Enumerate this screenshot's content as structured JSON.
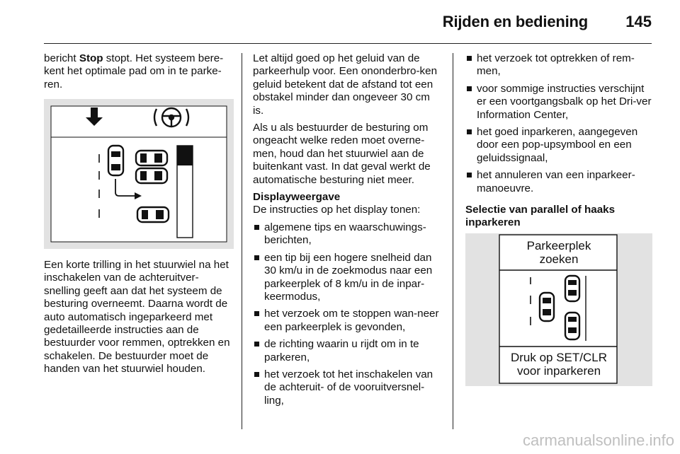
{
  "header": {
    "title": "Rijden en bediening",
    "page": "145"
  },
  "col1": {
    "intro_prefix": "bericht ",
    "intro_bold": "Stop",
    "intro_suffix": " stopt. Het systeem bere-kent het optimale pad om in te parke-ren.",
    "para2": "Een korte trilling in het stuurwiel na het inschakelen van de achteruitver-snelling geeft aan dat het systeem de besturing overneemt. Daarna wordt de auto automatisch ingeparkeerd met gedetailleerde instructies aan de bestuurder voor remmen, optrekken en schakelen. De bestuurder moet de handen van het stuurwiel houden."
  },
  "col2": {
    "para1": "Let altijd goed op het geluid van de parkeerhulp voor. Een ononderbro-ken geluid betekent dat de afstand tot een obstakel minder dan ongeveer 30 cm is.",
    "para2": "Als u als bestuurder de besturing om ongeacht welke reden moet overne-men, houd dan het stuurwiel aan de buitenkant vast. In dat geval werkt de automatische besturing niet meer.",
    "subhead": "Displayweergave",
    "lead": "De instructies op het display tonen:",
    "bullets": [
      "algemene tips en waarschuwings-berichten,",
      "een tip bij een hogere snelheid dan 30 km/u in de zoekmodus naar een parkeerplek of 8 km/u in de inpar-keermodus,",
      "het verzoek om te stoppen wan-neer een parkeerplek is gevonden,",
      "de richting waarin u rijdt om in te parkeren,",
      "het verzoek tot het inschakelen van de achteruit- of de vooruitversnel-ling,"
    ]
  },
  "col3": {
    "bullets": [
      "het verzoek tot optrekken of rem-men,",
      "voor sommige instructies verschijnt er een voortgangsbalk op het Dri-ver Information Center,",
      "het goed inparkeren, aangegeven door een pop-upsymbool en een geluidssignaal,",
      "het annuleren van een inparkeer-manoeuvre."
    ],
    "subhead": "Selectie van parallel of haaks inparkeren"
  },
  "display": {
    "title_line1": "Parkeerplek",
    "title_line2": "zoeken",
    "footer_line1": "Druk op SET/CLR",
    "footer_line2": "voor inparkeren"
  },
  "footer": {
    "watermark": "carmanualsonline.info"
  }
}
